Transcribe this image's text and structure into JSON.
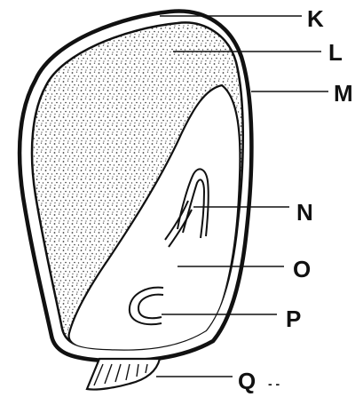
{
  "diagram": {
    "labels": {
      "k": "K",
      "l": "L",
      "m": "M",
      "n": "N",
      "o": "O",
      "p": "P",
      "q": "Q"
    },
    "q_suffix": "- -"
  }
}
